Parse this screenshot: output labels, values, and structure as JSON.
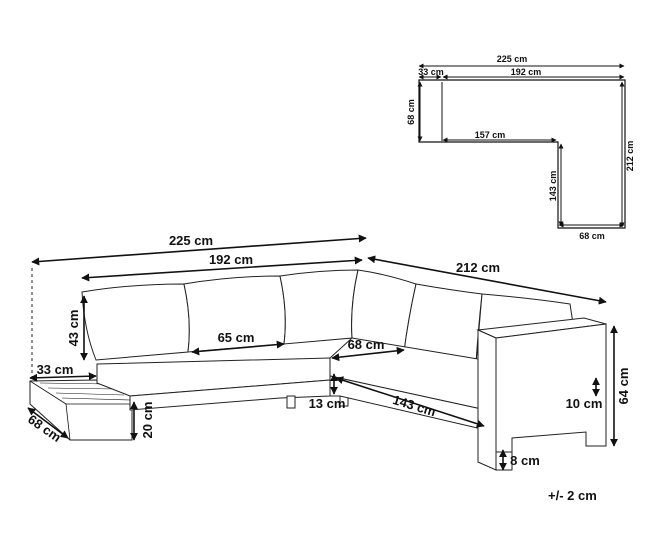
{
  "plan": {
    "overall_width": "225 cm",
    "left_section": "33 cm",
    "back_section": "192 cm",
    "left_depth": "68 cm",
    "inner_length": "157 cm",
    "overall_depth": "212 cm",
    "right_inner": "143 cm",
    "right_depth": "68 cm"
  },
  "sofa": {
    "overall_width": "225 cm",
    "back_length": "192 cm",
    "right_length": "212 cm",
    "back_height": "43 cm",
    "seat_depth_mid": "65 cm",
    "corner_depth": "68 cm",
    "table_width": "33 cm",
    "table_depth": "68 cm",
    "seat_height": "20 cm",
    "leg_gap": "13 cm",
    "chaise_length": "143 cm",
    "arm_height": "10 cm",
    "total_height": "64 cm",
    "leg_height": "8 cm"
  },
  "tolerance": "+/- 2 cm"
}
